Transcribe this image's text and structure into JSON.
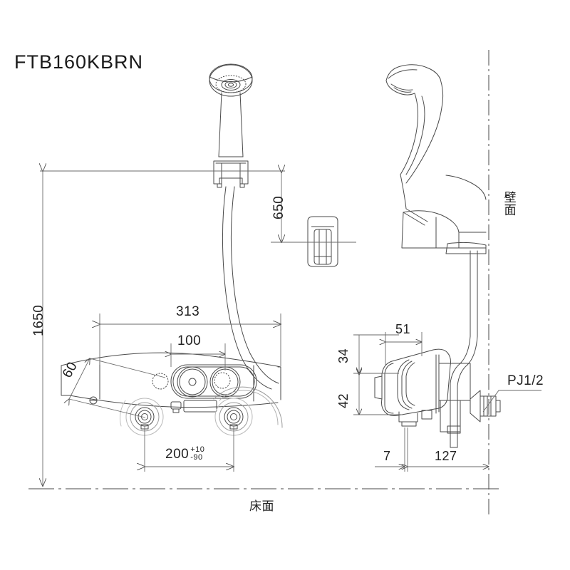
{
  "drawing": {
    "title": "FTB160KBRN",
    "product_type": "thermostatic shower faucet dimensional drawing",
    "background": "#ffffff",
    "line_color": "#4a4a4a",
    "text_color": "#1a1a1a"
  },
  "labels": {
    "wall_surface": "壁面",
    "floor_surface": "床面",
    "thread_spec": "PJ1/2"
  },
  "dimensions": {
    "overall_height": "1650",
    "shower_head_height": "650",
    "body_width": "313",
    "knob_spacing": "100",
    "inlet_spacing": "200",
    "inlet_tol_plus": "+10",
    "inlet_tol_minus": "-90",
    "angle_dim": "60",
    "side_top": "34",
    "side_lower": "42",
    "side_width": "51",
    "wall_offset": "7",
    "projection": "127"
  }
}
